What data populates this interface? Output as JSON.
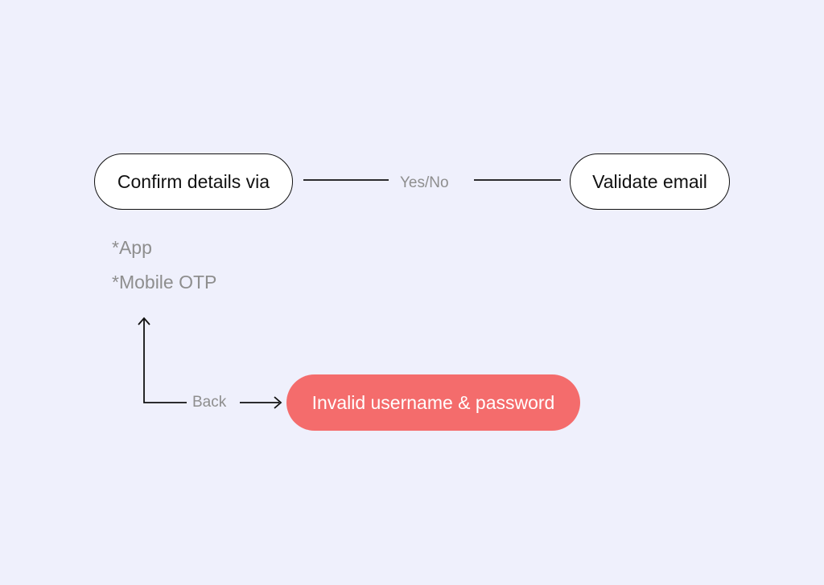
{
  "nodes": {
    "confirm": "Confirm details via",
    "validate": "Validate email",
    "invalid": "Invalid username & password"
  },
  "edges": {
    "confirm_validate": "Yes/No",
    "back": "Back"
  },
  "notes": [
    "*App",
    "*Mobile OTP"
  ],
  "colors": {
    "background": "#eff0fc",
    "node_fill": "#ffffff",
    "node_border": "#111111",
    "alert_fill": "#f46c6c",
    "alert_text": "#ffffff",
    "muted_text": "#8e8e8e",
    "connector": "#111111"
  }
}
